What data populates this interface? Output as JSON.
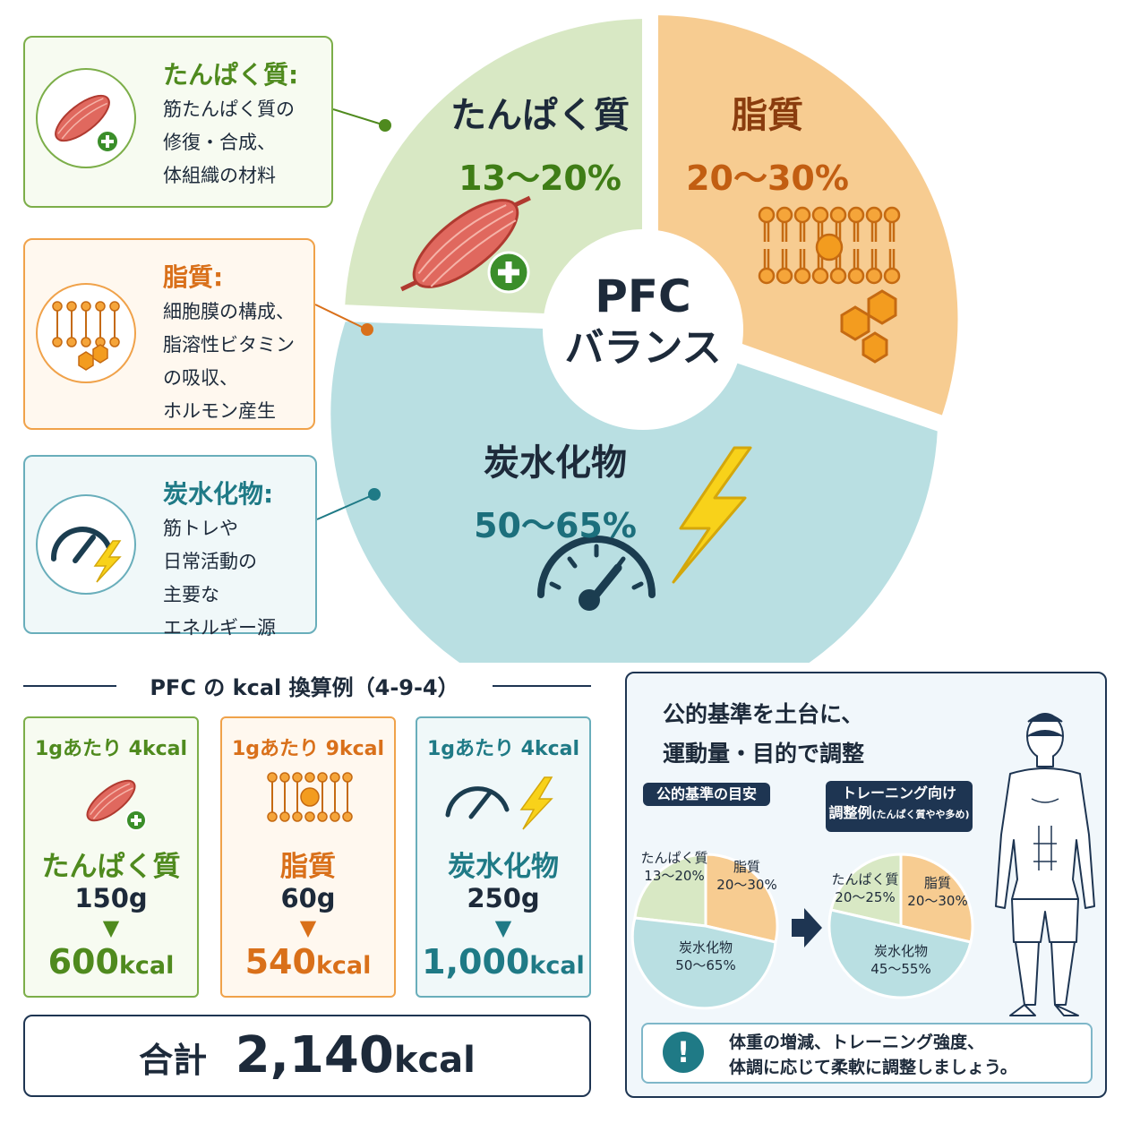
{
  "colors": {
    "protein": "#4f8a1e",
    "fat": "#d9701a",
    "carb": "#1f7a86",
    "protein_bg": "#d8e8c4",
    "fat_bg": "#f7cc91",
    "carb_bg": "#b9dfe2",
    "navy": "#1e3552"
  },
  "pie": {
    "center_line1": "PFC",
    "center_line2": "バランス",
    "segments": [
      {
        "name": "たんぱく質",
        "range": "13～20%",
        "icon": "muscle-icon"
      },
      {
        "name": "脂質",
        "range": "20～30%",
        "icon": "lipid-membrane-icon"
      },
      {
        "name": "炭水化物",
        "range": "50～65%",
        "icon": "lightning-gauge-icon"
      }
    ]
  },
  "cards": [
    {
      "title": "たんぱく質:",
      "lines": [
        "筋たんぱく質の",
        "修復・合成、",
        "体組織の材料"
      ]
    },
    {
      "title": "脂質:",
      "lines": [
        "細胞膜の構成、",
        "脂溶性ビタミン",
        "の吸収、",
        "ホルモン産生"
      ]
    },
    {
      "title": "炭水化物:",
      "lines": [
        "筋トレや",
        "日常活動の",
        "主要な",
        "エネルギー源"
      ]
    }
  ],
  "conversion": {
    "title": "PFC の kcal 換算例（4-9-4）",
    "items": [
      {
        "per": "1gあたり 4kcal",
        "name": "たんぱく質",
        "grams": "150g",
        "kcal": "600",
        "unit": "kcal"
      },
      {
        "per": "1gあたり 9kcal",
        "name": "脂質",
        "grams": "60g",
        "kcal": "540",
        "unit": "kcal"
      },
      {
        "per": "1gあたり 4kcal",
        "name": "炭水化物",
        "grams": "250g",
        "kcal": "1,000",
        "unit": "kcal"
      }
    ],
    "total_label": "合計",
    "total_value": "2,140",
    "total_unit": "kcal"
  },
  "adjust": {
    "heading_line1": "公的基準を土台に、",
    "heading_line2": "運動量・目的で調整",
    "standard_label": "公的基準の目安",
    "training_label_line1": "トレーニング向け",
    "training_label_line2": "調整例",
    "training_label_note": "(たんぱく質やや多め)",
    "standard_pie": [
      {
        "name": "たんぱく質",
        "range": "13～20%"
      },
      {
        "name": "脂質",
        "range": "20～30%"
      },
      {
        "name": "炭水化物",
        "range": "50～65%"
      }
    ],
    "training_pie": [
      {
        "name": "たんぱく質",
        "range": "20～25%"
      },
      {
        "name": "脂質",
        "range": "20～30%"
      },
      {
        "name": "炭水化物",
        "range": "45～55%"
      }
    ],
    "note_line1": "体重の増減、トレーニング強度、",
    "note_line2": "体調に応じて柔軟に調整しましょう。"
  }
}
